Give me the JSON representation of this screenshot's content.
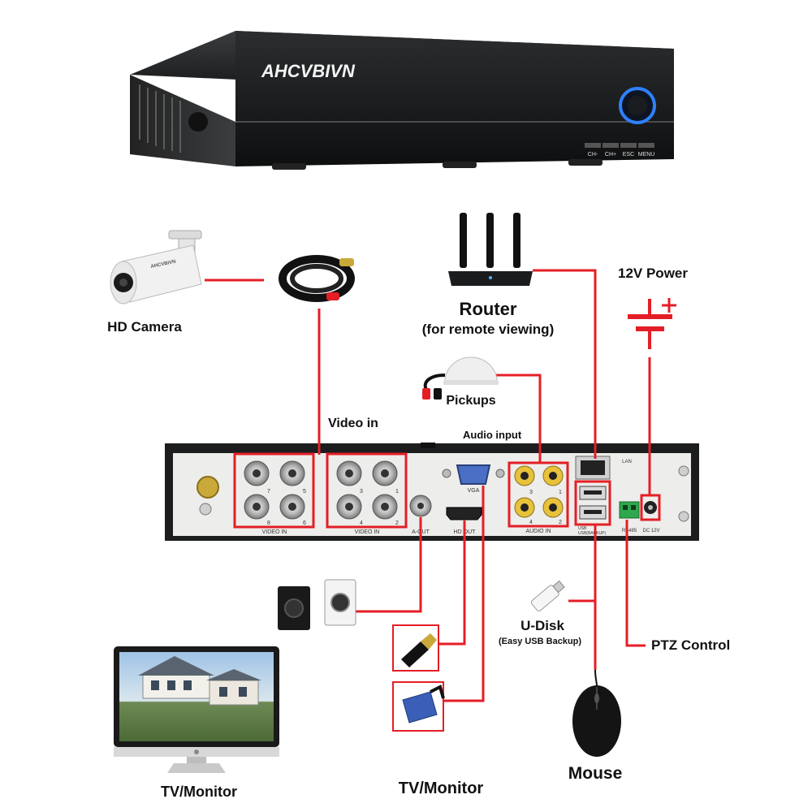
{
  "brand": {
    "logo_text": "AHCVBIVN"
  },
  "front_panel": {
    "buttons": [
      "CH-",
      "CH+",
      "ESC",
      "MENU"
    ]
  },
  "rear_panel": {
    "video_in_label": "VIDEO IN",
    "channels_left": [
      "7",
      "5",
      "8",
      "6"
    ],
    "channels_right": [
      "3",
      "1",
      "4",
      "2"
    ],
    "aout_label": "A-OUT",
    "vga_label": "VGA",
    "hdout_label": "HD OUT",
    "audio_in_label": "AUDIO IN",
    "audio_channels": [
      "3",
      "1",
      "4",
      "2"
    ],
    "lan_label": "LAN",
    "usb_label": "USB",
    "usb_backup_label": "USB(BACKUP)",
    "rs485_label": "RS485",
    "dc_label": "DC 12V"
  },
  "labels": {
    "hd_camera": "HD Camera",
    "video_in": "Video in",
    "router": "Router",
    "router_note": "(for remote viewing)",
    "power": "12V Power",
    "pickups": "Pickups",
    "audio_input": "Audio input",
    "udisk": "U-Disk",
    "udisk_note": "(Easy USB Backup)",
    "ptz": "PTZ Control",
    "mouse": "Mouse",
    "tv_left": "TV/Monitor",
    "tv_center": "TV/Monitor"
  },
  "colors": {
    "connector": "#e41e26",
    "device_body": "#1f2123",
    "panel": "#eeeeec"
  }
}
